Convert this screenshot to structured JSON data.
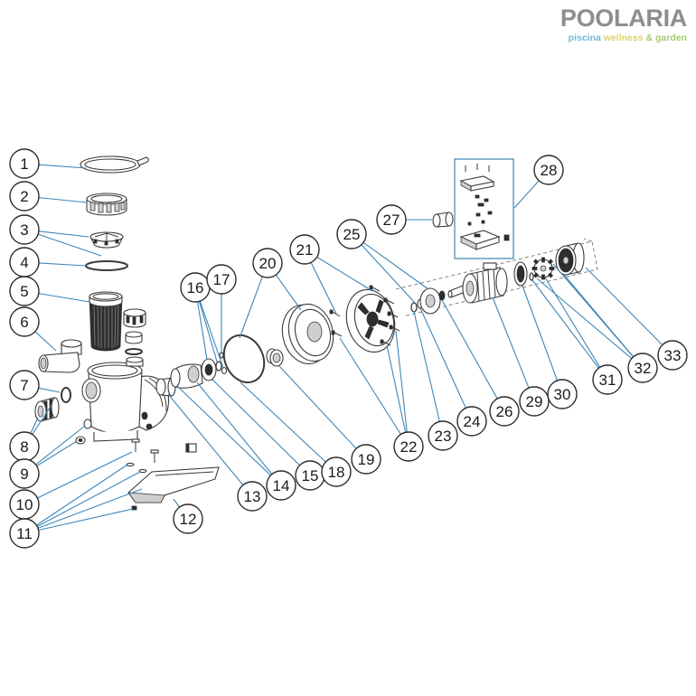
{
  "logo": {
    "brand": "POOLARIA",
    "tagline": [
      "piscina",
      "wellness",
      "& garden"
    ]
  },
  "callouts": [
    "1",
    "2",
    "3",
    "4",
    "5",
    "6",
    "7",
    "8",
    "9",
    "10",
    "11",
    "12",
    "13",
    "14",
    "15",
    "16",
    "17",
    "18",
    "19",
    "20",
    "21",
    "22",
    "23",
    "24",
    "25",
    "26",
    "27",
    "28",
    "29",
    "30",
    "31",
    "32",
    "33"
  ],
  "colors": {
    "leader_line": "#3d86b8",
    "part_outline": "#3a3a3a",
    "callout_outline": "#2a2a2a",
    "logo_grey": "#8e8e8e",
    "tagline_blue": "#74b6d8",
    "tagline_yellow": "#d9d36a",
    "tagline_green": "#a2cd6c"
  }
}
